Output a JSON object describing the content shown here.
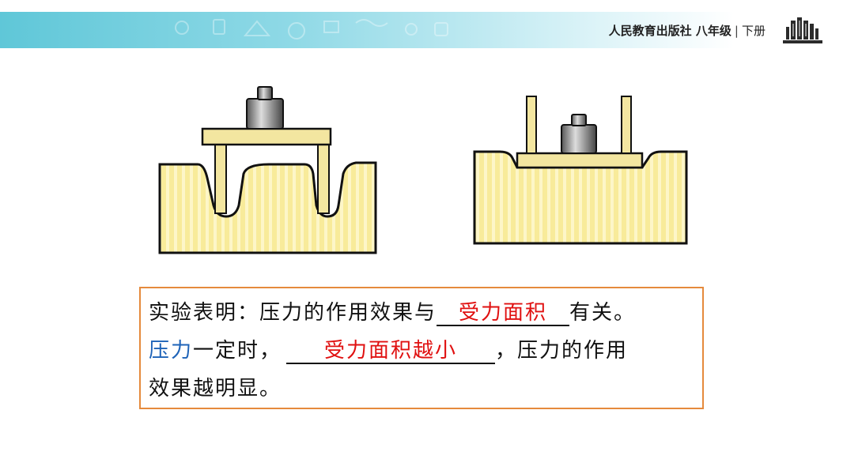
{
  "header": {
    "publisher": "人民教育出版社",
    "grade": "八年级",
    "separator": "|",
    "volume": "下册",
    "logo_icon": "books-icon"
  },
  "text": {
    "line1_prefix": "实验表明：压力的作用效果与",
    "answer1": "受力面积",
    "line1_suffix": "有关。",
    "line2_highlight": "压力",
    "line2_mid": "一定时，",
    "answer2": "受力面积越小",
    "line2_suffix": "，压力的作用",
    "line3": "效果越明显。"
  },
  "colors": {
    "banner": "#5fc7d8",
    "answer": "#e01010",
    "highlight": "#1e63b8",
    "frame": "#e58a3c",
    "sponge": "#f8eb9a"
  }
}
